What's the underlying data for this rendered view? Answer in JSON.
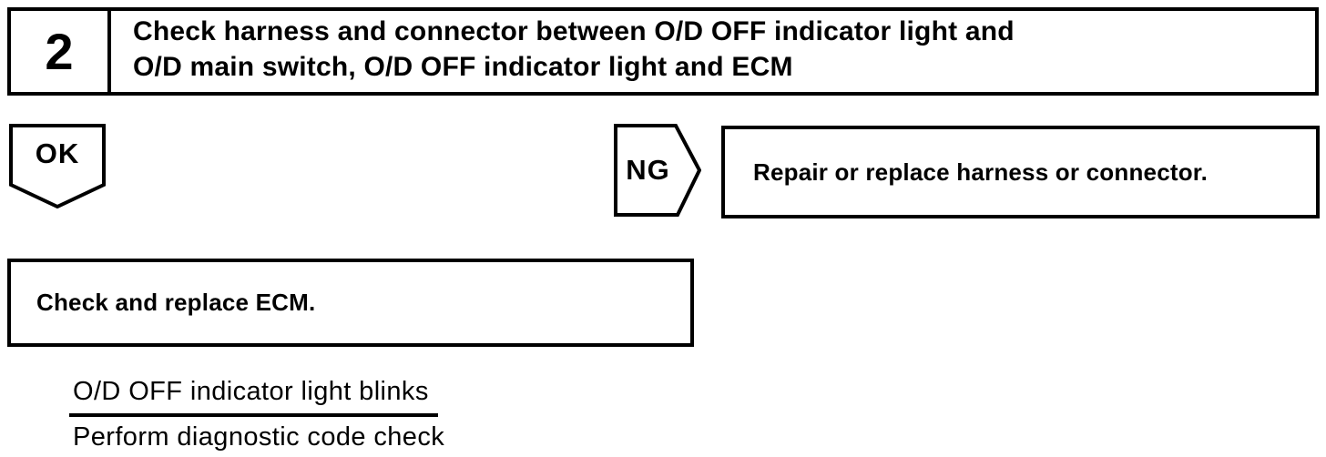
{
  "page": {
    "ink_color": "#000000",
    "paper_color": "#ffffff"
  },
  "step_box": {
    "number": "2",
    "instruction_lines": [
      "Check harness and connector between O/D OFF indicator light and",
      "O/D main switch, O/D OFF indicator light and ECM"
    ]
  },
  "ok_branch": {
    "label": "OK",
    "action": "Check and replace ECM."
  },
  "ng_branch": {
    "label": "NG",
    "action": "Repair or replace harness or connector."
  },
  "footnote": {
    "numerator": "O/D OFF indicator light blinks",
    "denominator": "Perform diagnostic code check"
  }
}
